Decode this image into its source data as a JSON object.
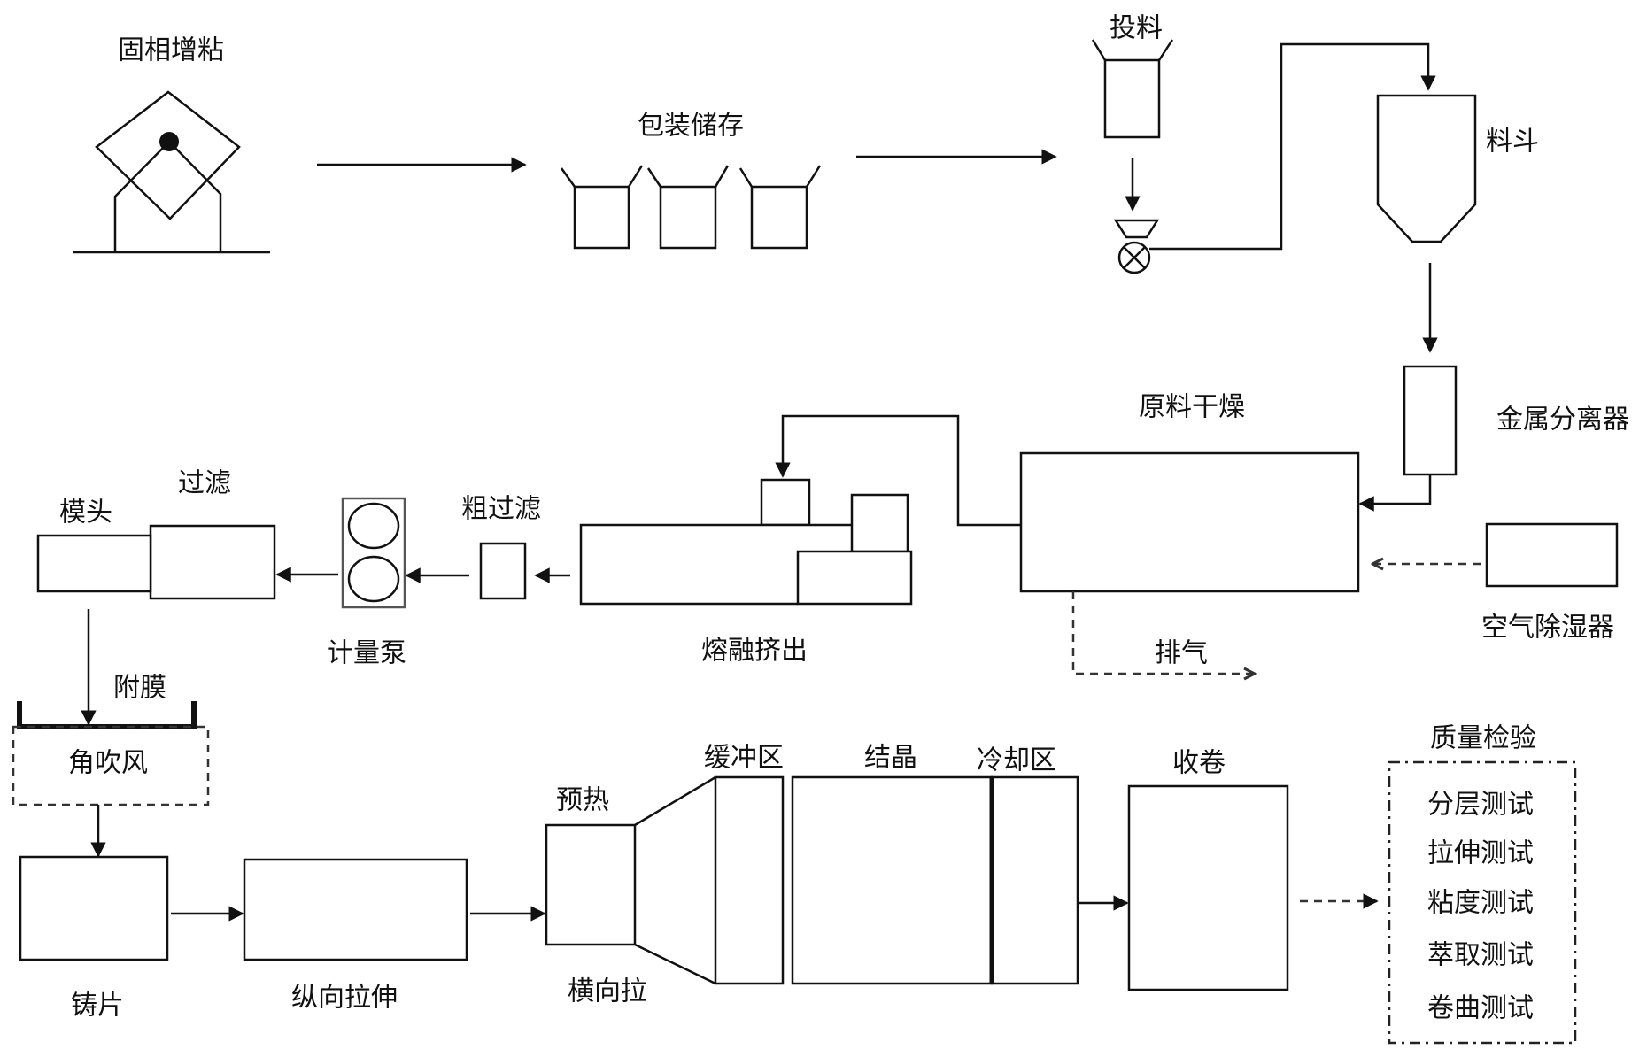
{
  "diagram": {
    "type": "process-flow",
    "colors": {
      "stroke": "#111111",
      "background": "#ffffff",
      "dashed": "#333333"
    },
    "labels": {
      "solid_state_polymerization": "固相增粘",
      "packaging_storage": "包装储存",
      "feeding": "投料",
      "hopper": "料斗",
      "metal_separator": "金属分离器",
      "raw_material_drying": "原料干燥",
      "air_dehumidifier": "空气除湿器",
      "exhaust": "排气",
      "melt_extrusion": "熔融挤出",
      "coarse_filtration": "粗过滤",
      "metering_pump": "计量泵",
      "filtration": "过滤",
      "die_head": "模头",
      "film_attachment": "附膜",
      "corner_air_blowing": "角吹风",
      "casting": "铸片",
      "longitudinal_stretching": "纵向拉伸",
      "preheating": "预热",
      "transverse_stretching": "横向拉",
      "buffer_zone": "缓冲区",
      "crystallization": "结晶",
      "cooling_zone": "冷却区",
      "winding": "收卷",
      "quality_inspection": "质量检验"
    },
    "quality_tests": [
      "分层测试",
      "拉伸测试",
      "粘度测试",
      "萃取测试",
      "卷曲测试"
    ],
    "flow": [
      "固相增粘",
      "包装储存",
      "投料",
      "料斗",
      "金属分离器",
      "原料干燥",
      "熔融挤出",
      "粗过滤",
      "计量泵",
      "过滤",
      "模头",
      "附膜",
      "角吹风",
      "铸片",
      "纵向拉伸",
      "预热",
      "横向拉",
      "缓冲区",
      "结晶",
      "冷却区",
      "收卷",
      "质量检验"
    ]
  }
}
